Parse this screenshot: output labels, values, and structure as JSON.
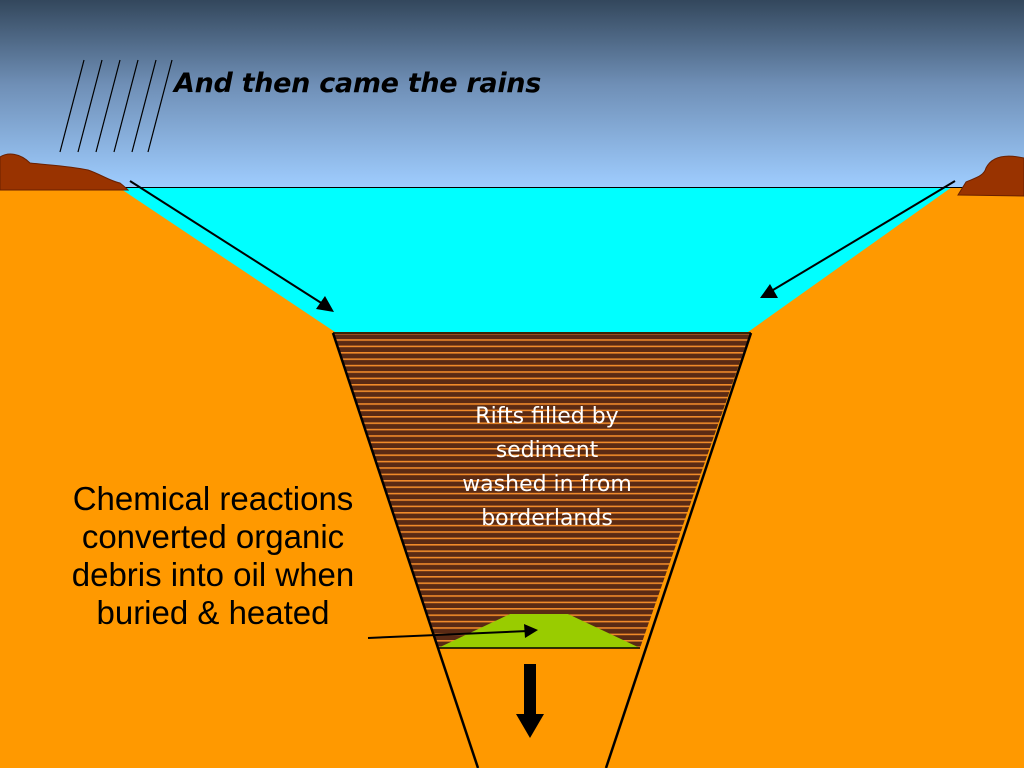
{
  "slide": {
    "title": "And then came the rains",
    "rift_label": "Rifts filled by sediment washed in from borderlands",
    "oil_label": "Chemical reactions converted organic debris into oil when buried & heated"
  },
  "icons": {
    "rain": "rain-streaks-icon",
    "subsidence": "down-arrow-icon"
  },
  "colors": {
    "sky_top": "#33475c",
    "sky_bottom": "#99ccff",
    "water": "#00ffff",
    "land": "#ff9900",
    "sediment": "#5a2a14",
    "sediment_stripes": "#f08a2a",
    "oil_lens": "#99cc00",
    "rock_outcrop": "#993300",
    "rift_label_text": "#ffffff",
    "text": "#000000"
  }
}
